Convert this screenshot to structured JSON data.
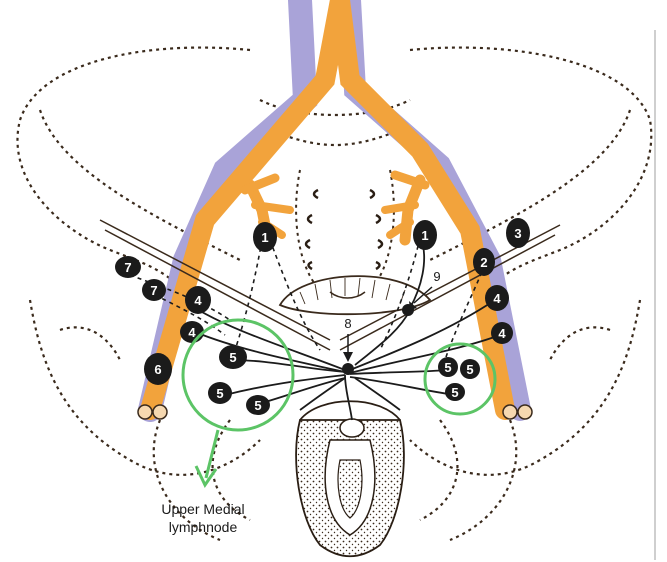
{
  "annotation": {
    "line1": "Upper Medial",
    "line2": "lymphnode",
    "highlight_color": "#5cc466"
  },
  "colors": {
    "artery": "#f2a33c",
    "vein": "#a9a3d8",
    "node": "#1b1b1b",
    "outline": "#3a2a1c"
  },
  "nodes": [
    {
      "label": "1"
    },
    {
      "label": "1"
    },
    {
      "label": "2"
    },
    {
      "label": "3"
    },
    {
      "label": "4"
    },
    {
      "label": "4"
    },
    {
      "label": "4"
    },
    {
      "label": "4"
    },
    {
      "label": "5"
    },
    {
      "label": "5"
    },
    {
      "label": "5"
    },
    {
      "label": "5"
    },
    {
      "label": "5"
    },
    {
      "label": "5"
    },
    {
      "label": "6"
    },
    {
      "label": "7"
    },
    {
      "label": "7"
    }
  ],
  "markers": [
    {
      "label": "8"
    },
    {
      "label": "9"
    }
  ]
}
